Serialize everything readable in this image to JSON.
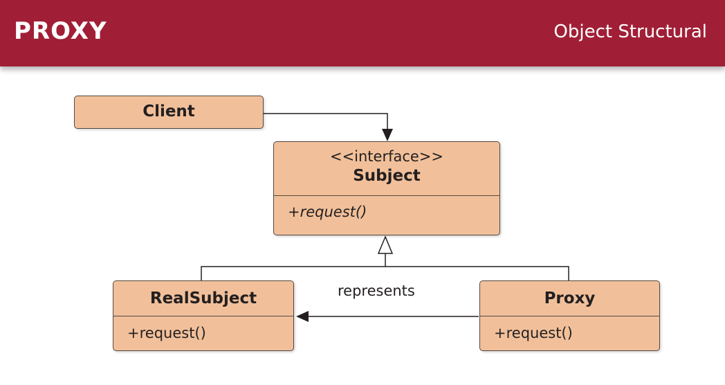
{
  "header": {
    "title": "PROXY",
    "category": "Object Structural",
    "background_color": "#a11f36"
  },
  "diagram": {
    "box_color": "#f1c09a",
    "client": {
      "name": "Client"
    },
    "subject": {
      "stereotype": "<<interface>>",
      "name": "Subject",
      "method": "+request()"
    },
    "real_subject": {
      "name": "RealSubject",
      "method": "+request()"
    },
    "proxy": {
      "name": "Proxy",
      "method": "+request()"
    },
    "association_label": "represents"
  }
}
